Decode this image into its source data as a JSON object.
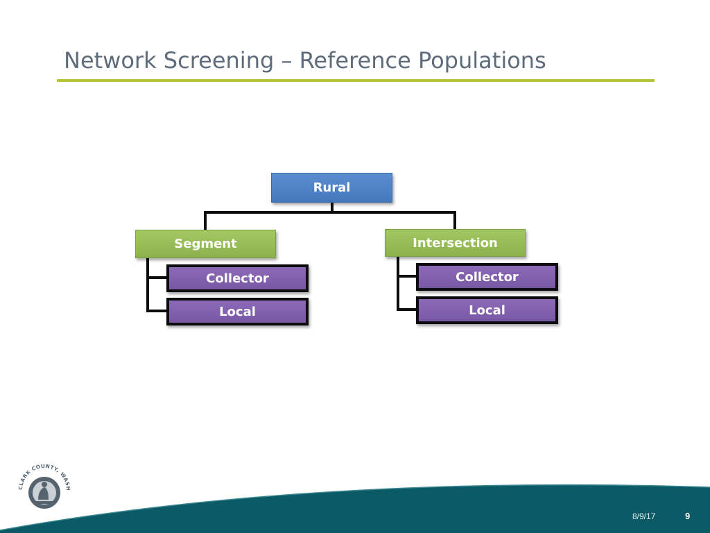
{
  "slide": {
    "title": "Network Screening – Reference Populations"
  },
  "diagram": {
    "root": {
      "label": "Rural"
    },
    "branches": [
      {
        "label": "Segment",
        "children": [
          {
            "label": "Collector"
          },
          {
            "label": "Local"
          }
        ]
      },
      {
        "label": "Intersection",
        "children": [
          {
            "label": "Collector"
          },
          {
            "label": "Local"
          }
        ]
      }
    ]
  },
  "footer": {
    "date": "8/9/17",
    "page_number": "9",
    "logo_text": "CLARK COUNTY, WASHINGTON"
  },
  "colors": {
    "title": "#5d6b7b",
    "accent_rule": "#b5c434",
    "root_fill": "#4f81bd",
    "branch_fill": "#9bbb59",
    "leaf_fill": "#8064a2",
    "footer_band": "#0b5a66"
  }
}
